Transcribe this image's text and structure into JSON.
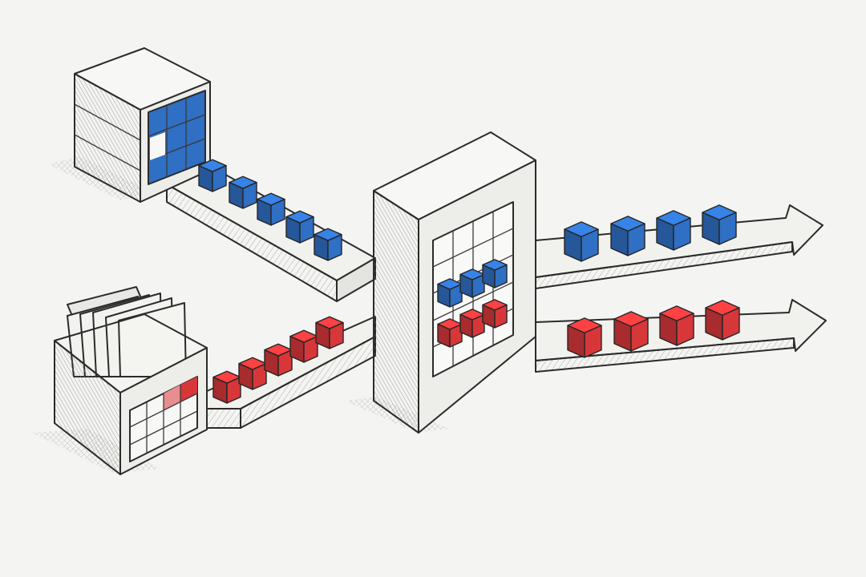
{
  "palette": {
    "paper": "#f4f4f2",
    "ink": "#2b2b2b",
    "blue": "#2f6fc4",
    "red": "#d8373a",
    "face_light": "#f7f7f5",
    "face_mid": "#e8e8e5",
    "face_dark": "#d4d4d0"
  },
  "nodes": [
    {
      "role": "source",
      "stream": "blue",
      "icon": "server-cube-icon"
    },
    {
      "role": "source",
      "stream": "red",
      "icon": "card-tray-icon"
    },
    {
      "role": "merge-gate",
      "icon": "gate-frame-icon"
    }
  ],
  "streams": [
    {
      "name": "blue",
      "color": "#2f6fc4",
      "input_cubes": 5,
      "output_cubes": 4
    },
    {
      "name": "red",
      "color": "#d8373a",
      "input_cubes": 5,
      "output_cubes": 4
    }
  ]
}
